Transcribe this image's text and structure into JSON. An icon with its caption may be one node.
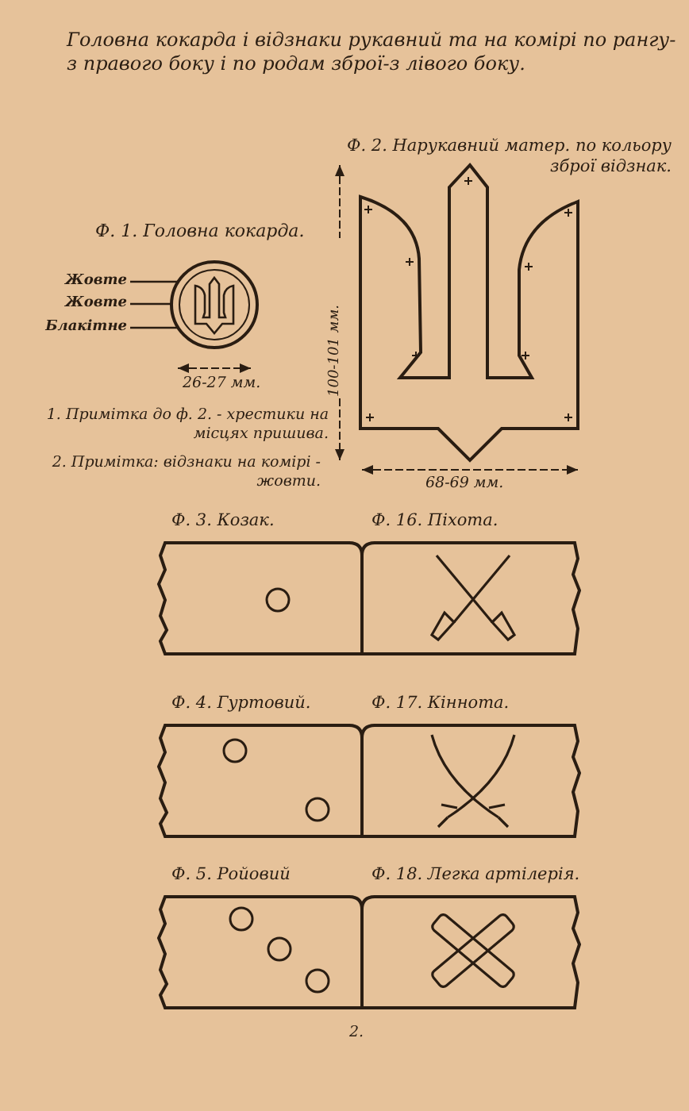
{
  "diagram": {
    "title": "Головна кокарда і відзнаки рукавний та на комірі по рангу-з правого боку і по родам зброї-з лівого боку.",
    "nodes": [
      {
        "text": [
          "Ф. 2. Нарукавний матер. по кольору зброї відзнак."
        ]
      },
      {
        "text": [
          "Жовте"
        ]
      },
      {
        "text": [
          "Жовте"
        ]
      },
      {
        "text": [
          "Блакітне"
        ]
      },
      {
        "text": [],
        "shape": "circle"
      },
      {
        "text": [
          "Ф. 3. Козак."
        ]
      },
      {
        "text": [
          "Ф. 16. Піхота."
        ]
      },
      {
        "text": [
          "Ф. 4. Гуртовий."
        ]
      },
      {
        "text": [
          "Ф. 17. Кіннота."
        ]
      },
      {
        "text": [
          "Ф. 5. Ройовий"
        ]
      },
      {
        "text": [
          "Ф. 18. Легка артілерія."
        ]
      }
    ],
    "edges": [
      {
        "from": 1,
        "to": 4,
        "arrow": "none"
      },
      {
        "from": 2,
        "to": 4,
        "arrow": "none"
      },
      {
        "from": 3,
        "to": 4,
        "arrow": "none"
      }
    ],
    "labels": [
      "Ф. 1. Головна кокарда.",
      "100-101 мм.",
      "26-27 мм.",
      "68-69 мм.",
      "1. Примітка до ф. 2. - хрестики на місцях пришива.",
      "2. Примітка: відзнаки на комірі - жовти.",
      "2."
    ]
  }
}
